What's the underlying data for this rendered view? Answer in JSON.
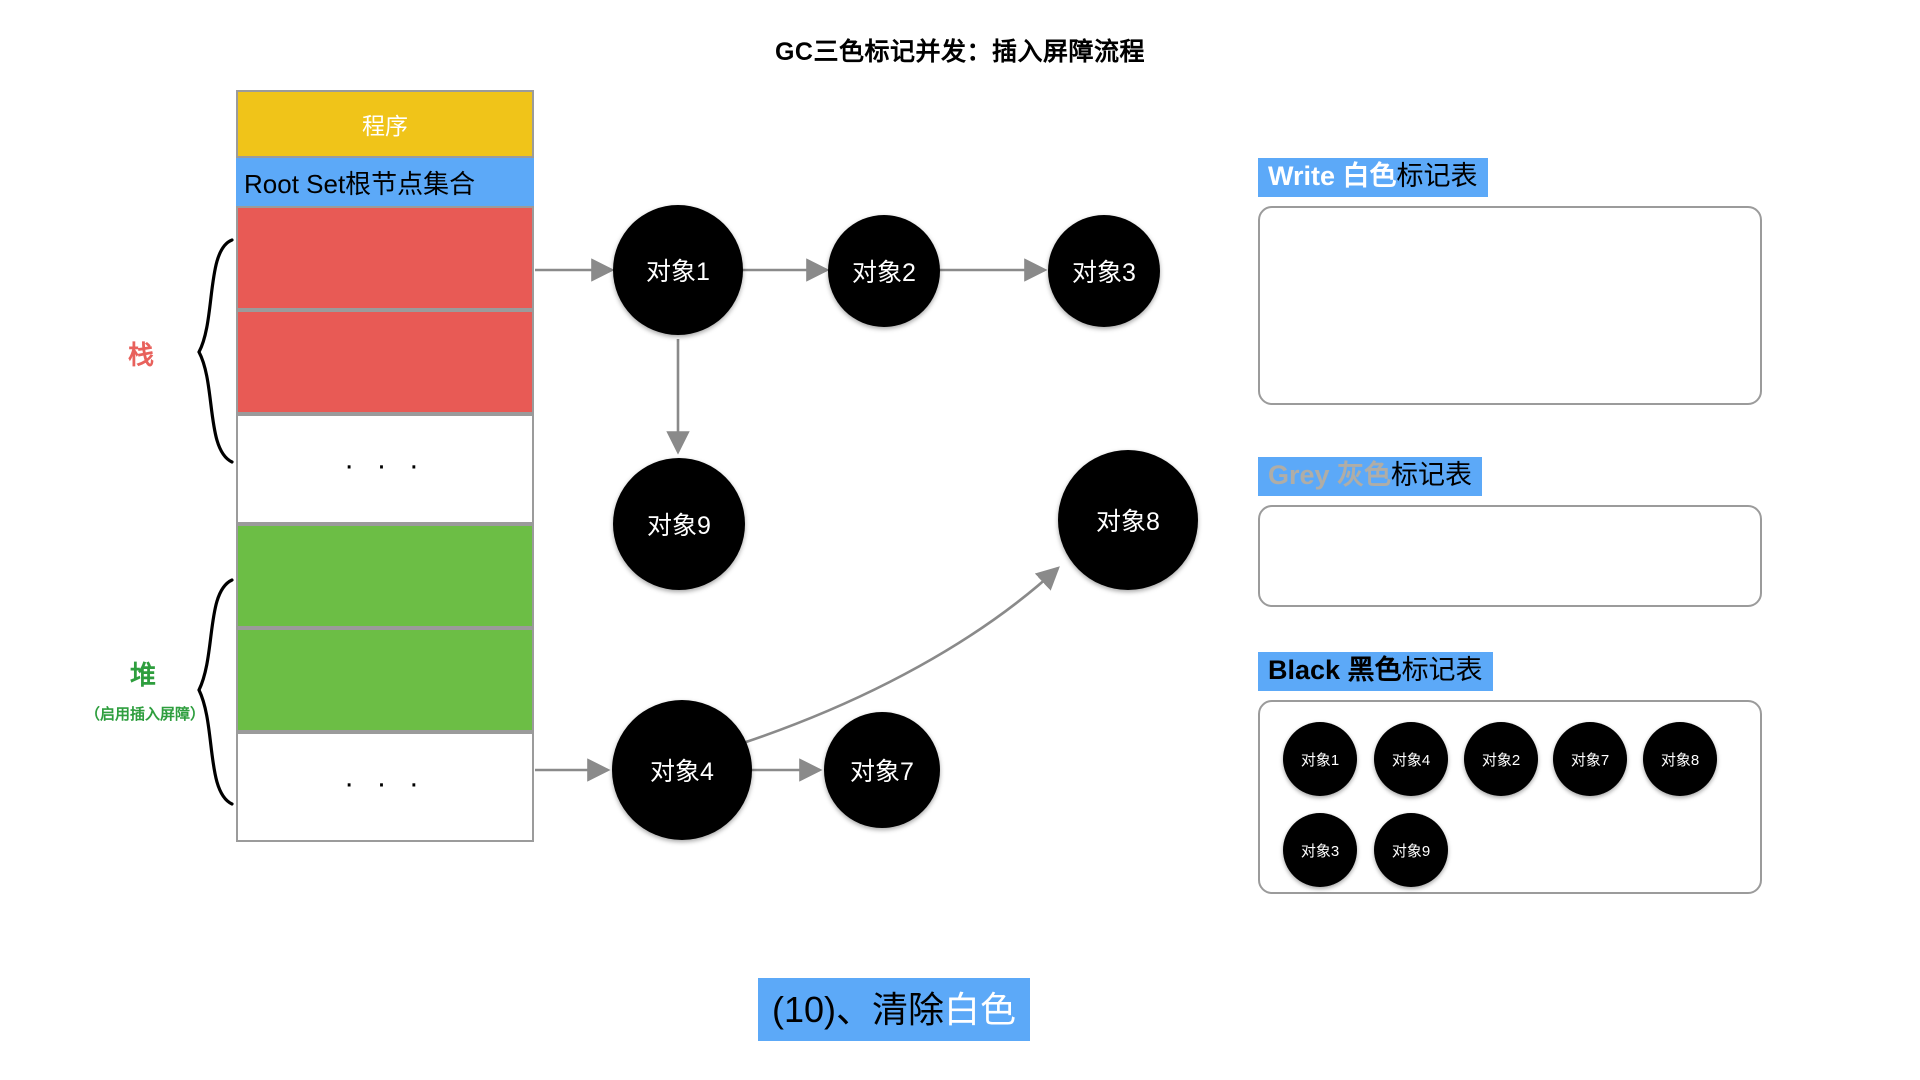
{
  "title": "GC三色标记并发：插入屏障流程",
  "memory": {
    "program_label": "程序",
    "rootset_label": "Root Set根节点集合",
    "dots": "· · ·",
    "stack_brace_label": "栈",
    "heap_brace_label": "堆",
    "heap_brace_sub": "（启用插入屏障）",
    "colors": {
      "program": "#F0C419",
      "rootset": "#5CA9F8",
      "stack_cell": "#E85A55",
      "heap_cell": "#6CBE45",
      "border": "#9b9b9b",
      "stack_label": "#E8615C",
      "heap_label": "#2E9E3E"
    }
  },
  "graph": {
    "nodes": [
      {
        "id": "obj1",
        "label": "对象1"
      },
      {
        "id": "obj2",
        "label": "对象2"
      },
      {
        "id": "obj3",
        "label": "对象3"
      },
      {
        "id": "obj9",
        "label": "对象9"
      },
      {
        "id": "obj8",
        "label": "对象8"
      },
      {
        "id": "obj4",
        "label": "对象4"
      },
      {
        "id": "obj7",
        "label": "对象7"
      }
    ],
    "edges": [
      {
        "from": "rootset-stack",
        "to": "obj1"
      },
      {
        "from": "obj1",
        "to": "obj2"
      },
      {
        "from": "obj2",
        "to": "obj3"
      },
      {
        "from": "obj1",
        "to": "obj9"
      },
      {
        "from": "rootset-heap",
        "to": "obj4"
      },
      {
        "from": "obj4",
        "to": "obj7"
      },
      {
        "from": "obj4",
        "to": "obj8"
      }
    ]
  },
  "panels": [
    {
      "id": "write",
      "header_accent": "Write 白色",
      "header_rest": "标记表",
      "accent_color": "#ffffff",
      "items": []
    },
    {
      "id": "grey",
      "header_accent": "Grey 灰色",
      "header_rest": "标记表",
      "accent_color": "#B0ADA6",
      "items": []
    },
    {
      "id": "black",
      "header_accent": "Black 黑色",
      "header_rest": "标记表",
      "accent_color": "#000000",
      "items": [
        "对象1",
        "对象4",
        "对象2",
        "对象7",
        "对象8",
        "对象3",
        "对象9"
      ]
    }
  ],
  "caption": {
    "prefix": "(10)、清除",
    "highlight": "白色",
    "background": "#5CA9F8"
  }
}
